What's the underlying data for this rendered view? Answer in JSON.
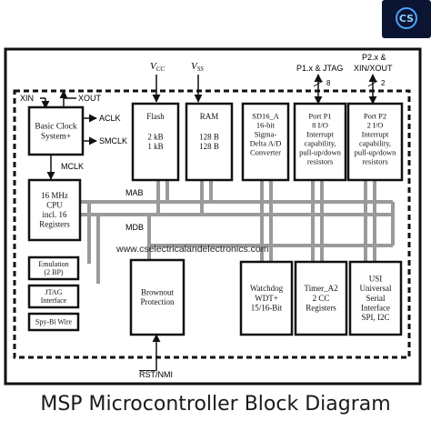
{
  "caption": "MSP Microcontroller Block Diagram",
  "watermark": "www.cselectricalandelectronics.com",
  "logo": {
    "icon": "cs-logo-icon",
    "text": "CS"
  },
  "power": {
    "vcc": "V",
    "vcc_sub": "CC",
    "vss": "V",
    "vss_sub": "SS"
  },
  "external_pins": {
    "xin": "XIN",
    "xout": "XOUT",
    "aclk": "ACLK",
    "smclk": "SMCLK",
    "mclk": "MCLK",
    "mab": "MAB",
    "mdb": "MDB",
    "rst_line1": "RST",
    "rst_line2": "/NMI"
  },
  "ports": {
    "p1_label": "P1.x & JTAG",
    "p1_bits": "8",
    "p2_label_1": "P2.x &",
    "p2_label_2": "XIN/XOUT",
    "p2_bits": "2"
  },
  "blocks": {
    "clock": [
      "Basic Clock",
      "System+"
    ],
    "cpu": [
      "16 MHz",
      "CPU",
      "incl. 16",
      "Registers"
    ],
    "emulation": [
      "Emulation",
      "(2 BP)"
    ],
    "jtag": [
      "JTAG",
      "Interface"
    ],
    "spybi": [
      "Spy-Bi Wire"
    ],
    "flash": [
      "Flash",
      "2 kB",
      "1 kB"
    ],
    "ram": [
      "RAM",
      "128 B",
      "128 B"
    ],
    "sd16": [
      "SD16_A",
      "16-bit",
      "Sigma-",
      "Delta A/D",
      "Converter"
    ],
    "port1": [
      "Port P1",
      "8 I/O",
      "Interrupt",
      "capability,",
      "pull-up/down",
      "resistors"
    ],
    "port2": [
      "Port P2",
      "2 I/O",
      "Interrupt",
      "capability,",
      "pull-up/down",
      "resistors"
    ],
    "brownout": [
      "Brownout",
      "Protection"
    ],
    "watchdog": [
      "Watchdog",
      "WDT+",
      "15/16-Bit"
    ],
    "timer": [
      "Timer_A2",
      "2 CC",
      "Registers"
    ],
    "usi": [
      "USI",
      "Universal",
      "Serial",
      "Interface",
      "SPI, I2C"
    ]
  }
}
